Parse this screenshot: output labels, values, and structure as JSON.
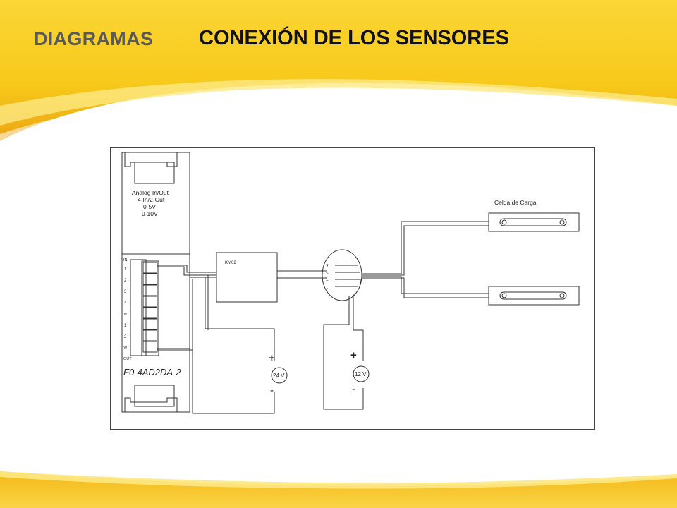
{
  "slide": {
    "section": "DIAGRAMAS",
    "title": "CONEXIÓN DE LOS SENSORES"
  },
  "colors": {
    "band_yellow": "#f7c91a",
    "band_orange": "#eba512",
    "band_light": "#fde883",
    "section_gray": "#5a5a5a"
  },
  "diagram": {
    "module": {
      "lines": [
        "Analog In/Out",
        "4-In/2-Out",
        "0-5V",
        "0-10V"
      ],
      "in_label": "IN",
      "out_label": "OUT",
      "terminals": [
        "1",
        "2",
        "3",
        "4",
        "0V",
        "1",
        "2",
        "0V"
      ],
      "model": "F0-4AD2DA-2"
    },
    "amplifier_label": "KM02",
    "junction_pins": [
      "▼",
      "S",
      "+",
      "-"
    ],
    "load_cell_label": "Celda de Carga",
    "supply_24": {
      "label": "24 V",
      "plus": "+",
      "minus": "-"
    },
    "supply_12": {
      "label": "12 V",
      "plus": "+",
      "minus": "-"
    }
  }
}
